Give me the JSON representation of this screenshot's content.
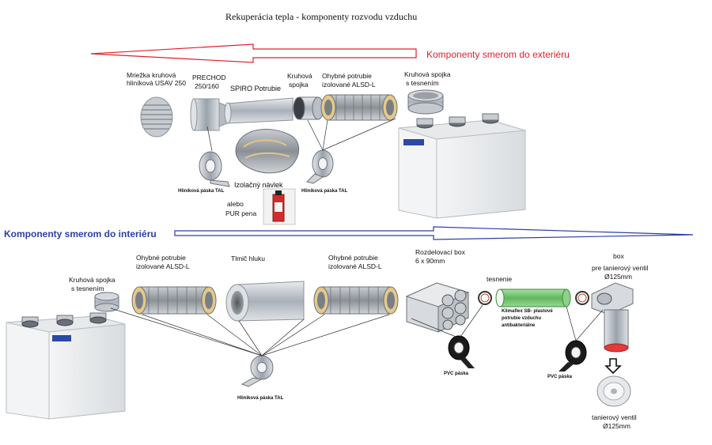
{
  "title": "Rekuperácia tepla - komponenty rozvodu vzduchu",
  "sections": {
    "exterior": "Komponenty smerom do exteriéru",
    "interior": "Komponenty smerom do interiéru"
  },
  "top": {
    "grille_l1": "Mriežka kruhová",
    "grille_l2": "hliníková USAV 250",
    "prechod_l1": "PRECHOD",
    "prechod_l2": "250/160",
    "spiro": "SPIRO Potrubie",
    "spojka_l1": "Kruhová",
    "spojka_l2": "spojka",
    "flex_l1": "Ohybné potrubie",
    "flex_l2": "izolované ALSD-L",
    "seal_l1": "Kruhová spojka",
    "seal_l2": "s tesnením",
    "tape1": "Hliníková páska TAL",
    "tape2": "Hliníková páska TAL",
    "sleeve": "Izolačný návlek",
    "alebo": "alebo",
    "pur": "PUR pena"
  },
  "bottom": {
    "seal_l1": "Kruhová spojka",
    "seal_l2": "s tesnením",
    "flex1_l1": "Ohybné potrubie",
    "flex1_l2": "izolované ALSD-L",
    "silencer": "Tlmič hluku",
    "flex2_l1": "Ohybné potrubie",
    "flex2_l2": "izolované ALSD-L",
    "box_l1": "Rozdelovací box",
    "box_l2": "6 x 90mm",
    "tesnenie": "tesnenie",
    "klima_l1": "Klimaflex SB- plastové",
    "klima_l2": "potrubie  vzduchu",
    "klima_l3": "antibakteriálne",
    "pvc1": "PVC páska",
    "pvc2": "PVC páska",
    "tape": "Hliníková páska TAL",
    "plate_box_l1": "box",
    "plate_box_l2": "pre tanierový ventil",
    "plate_box_l3": "Ø125mm",
    "valve_l1": "tanierový ventil",
    "valve_l2": "Ø125mm"
  },
  "colors": {
    "exterior_arrow": "#e0202a",
    "interior_arrow": "#2c3ea8",
    "unit_badge": "#2b4aa6",
    "klimaflex": "#6fc36b"
  }
}
